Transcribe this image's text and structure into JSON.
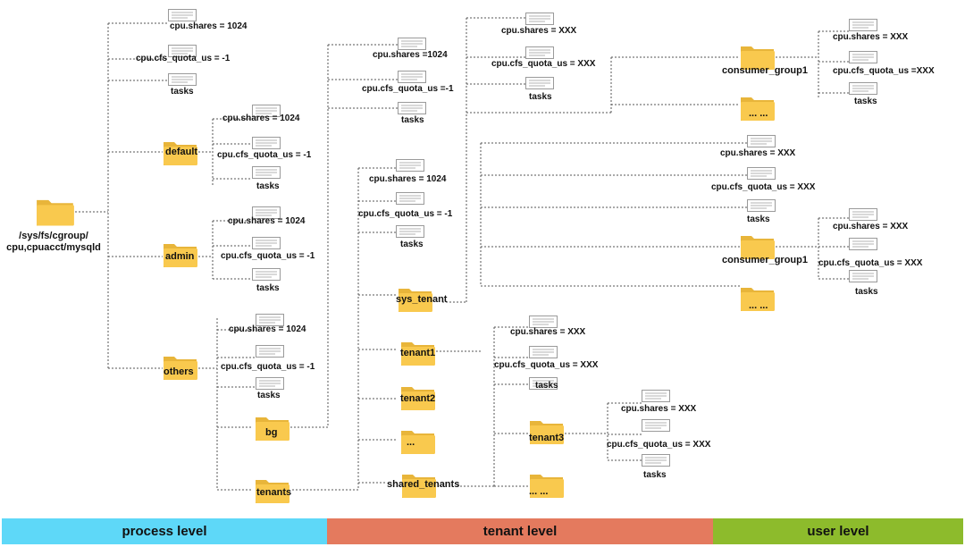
{
  "diagram": {
    "root_label": "/sys/fs/cgroup/\ncpu,cpuacct/mysqld",
    "process_groups": [
      "default",
      "admin",
      "others"
    ],
    "others_children": [
      "bg",
      "tenants"
    ],
    "tenant_folders": [
      "sys_tenant",
      "tenant1",
      "tenant2",
      "...",
      "shared_tenants"
    ],
    "user_folders": [
      "consumer_group1",
      "... ...",
      "consumer_group1",
      "... ...",
      "tenant3",
      "... ..."
    ],
    "files": [
      "cpu.shares = 1024",
      "cpu.cfs_quota_us = -1",
      "tasks",
      "cpu.shares = 1024",
      "cpu.cfs_quota_us = -1",
      "tasks",
      "cpu.shares = 1024",
      "cpu.cfs_quota_us = -1",
      "tasks",
      "cpu.shares = 1024",
      "cpu.cfs_quota_us = -1",
      "tasks",
      "cpu.shares =1024",
      "cpu.cfs_quota_us =-1",
      "tasks",
      "cpu.shares = 1024",
      "cpu.cfs_quota_us = -1",
      "tasks",
      "cpu.shares = XXX",
      "cpu.cfs_quota_us = XXX",
      "tasks",
      "cpu.shares = XXX",
      "cpu.cfs_quota_us = XXX",
      "tasks",
      "cpu.shares = XXX",
      "cpu.cfs_quota_us =XXX",
      "tasks",
      "cpu.shares = XXX",
      "cpu.cfs_quota_us = XXX",
      "tasks",
      "cpu.shares = XXX",
      "cpu.cfs_quota_us = XXX",
      "tasks",
      "cpu.shares = XXX",
      "cpu.cfs_quota_us = XXX",
      "tasks"
    ]
  },
  "levels": {
    "process": "process level",
    "tenant": "tenant level",
    "user": "user level"
  },
  "colors": {
    "folder": "#f9c94e",
    "folder_dark": "#e8b53a",
    "line": "#555555",
    "process_level": "#5ed8f8",
    "tenant_level": "#e47a5e",
    "user_level": "#8dbb2c"
  }
}
